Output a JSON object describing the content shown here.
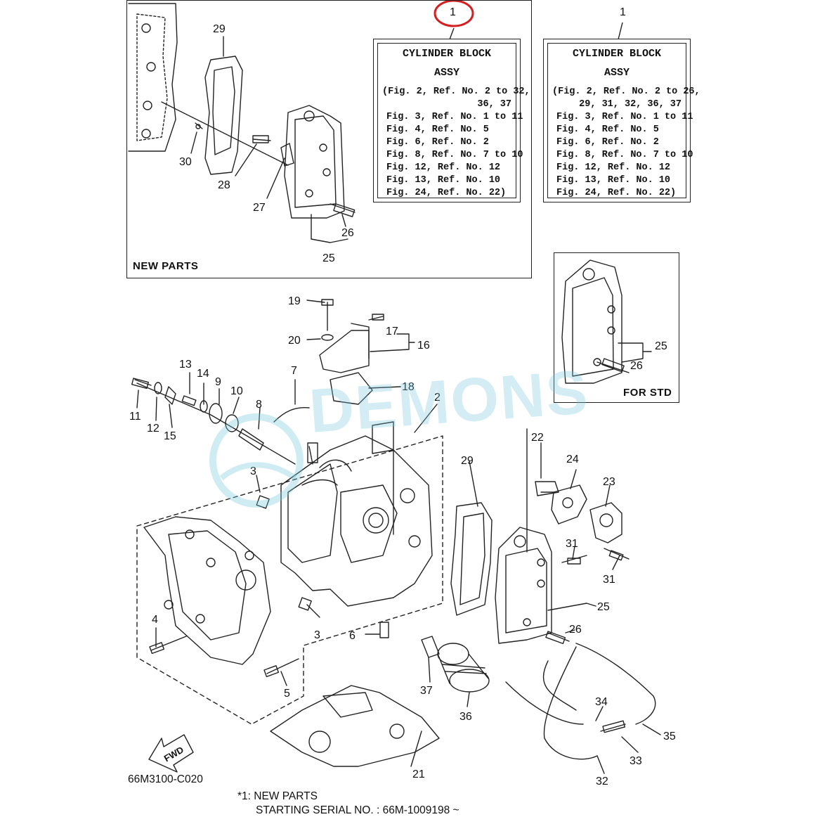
{
  "new_parts_box": {
    "caption": "NEW PARTS"
  },
  "std_box": {
    "caption": "FOR STD"
  },
  "panel_left": {
    "ref": "1",
    "title": "CYLINDER BLOCK",
    "subtitle": "ASSY",
    "lines": [
      "(Fig. 2, Ref. No. 2 to 32,",
      "36, 37",
      "Fig. 3, Ref. No. 1 to 11",
      "Fig. 4, Ref. No. 5",
      "Fig. 6, Ref. No. 2",
      "Fig. 8, Ref. No. 7 to 10",
      "Fig. 12, Ref. No. 12",
      "Fig. 13, Ref. No. 10",
      "Fig. 24, Ref. No. 22)"
    ]
  },
  "panel_right": {
    "ref": "1",
    "title": "CYLINDER BLOCK",
    "subtitle": "ASSY",
    "lines": [
      "(Fig. 2, Ref. No. 2 to 26,",
      "29, 31, 32, 36, 37",
      "Fig. 3, Ref. No. 1 to 11",
      "Fig. 4, Ref. No. 5",
      "Fig. 6, Ref. No. 2",
      "Fig. 8, Ref. No. 7 to 10",
      "Fig. 12, Ref. No. 12",
      "Fig. 13, Ref. No. 10",
      "Fig. 24, Ref. No. 22)"
    ]
  },
  "callouts": {
    "c29a": "29",
    "c30": "30",
    "c28": "28",
    "c27": "27",
    "c26a": "26",
    "c25a": "25",
    "c19": "19",
    "c20": "20",
    "c17": "17",
    "c16": "16",
    "c18": "18",
    "c13": "13",
    "c14": "14",
    "c9": "9",
    "c10": "10",
    "c7": "7",
    "c8": "8",
    "c11": "11",
    "c12": "12",
    "c15": "15",
    "c2": "2",
    "c3a": "3",
    "c29b": "29",
    "c22": "22",
    "c24": "24",
    "c23": "23",
    "c31a": "31",
    "c31b": "31",
    "c25b": "25",
    "c26b": "26",
    "c25c": "25",
    "c26c": "26",
    "c4": "4",
    "c3b": "3",
    "c6": "6",
    "c37": "37",
    "c36": "36",
    "c5": "5",
    "c34": "34",
    "c35": "35",
    "c33": "33",
    "c32": "32",
    "c21": "21"
  },
  "fwd_label": "FWD",
  "figure_code": "66M3100-C020",
  "footnote": {
    "line1": "*1: NEW PARTS",
    "line2": "STARTING SERIAL NO. : 66M-1009198 ~"
  },
  "watermark": "DEMONS",
  "colors": {
    "highlight_circle": "#d42020",
    "watermark": "#7cc6d8",
    "ink": "#222222"
  }
}
